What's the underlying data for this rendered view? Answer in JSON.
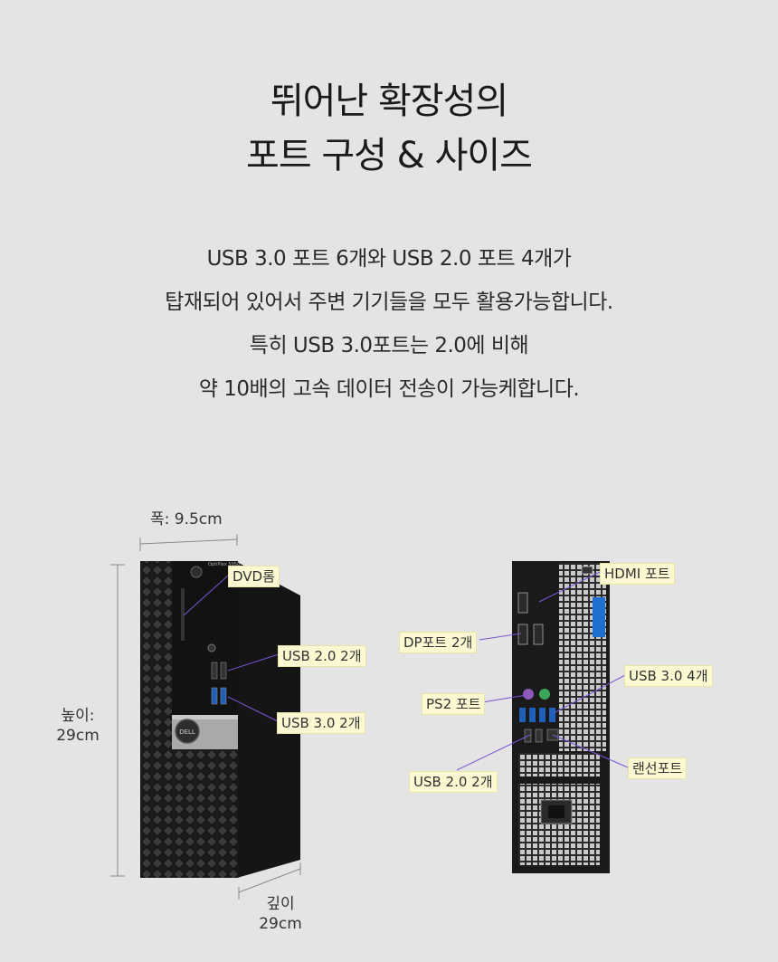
{
  "title": {
    "line1": "뛰어난 확장성의",
    "line2": "포트 구성 & 사이즈"
  },
  "description": {
    "line1": "USB 3.0 포트 6개와 USB 2.0 포트 4개가",
    "line2": "탑재되어 있어서 주변 기기들을 모두 활용가능합니다.",
    "line3": "특히 USB 3.0포트는 2.0에 비해",
    "line4": "약 10배의 고속 데이터 전송이 가능케합니다."
  },
  "dimensions": {
    "width_label": "폭: 9.5cm",
    "height_label": "높이:",
    "height_value": "29cm",
    "depth_label": "깊이",
    "depth_value": "29cm"
  },
  "front_callouts": {
    "dvd": "DVD롬",
    "usb20": "USB 2.0 2개",
    "usb30": "USB 3.0 2개"
  },
  "back_callouts": {
    "hdmi": "HDMI 포트",
    "dp": "DP포트 2개",
    "usb30": "USB 3.0 4개",
    "ps2": "PS2 포트",
    "lan": "랜선포트",
    "usb20": "USB 2.0 2개"
  },
  "device": {
    "model_text": "OptiPlex 5050",
    "logo_text": "DELL"
  },
  "colors": {
    "background": "#e4e4e4",
    "callout_bg": "#fbf8d2",
    "leader_line": "#7b55d6"
  }
}
